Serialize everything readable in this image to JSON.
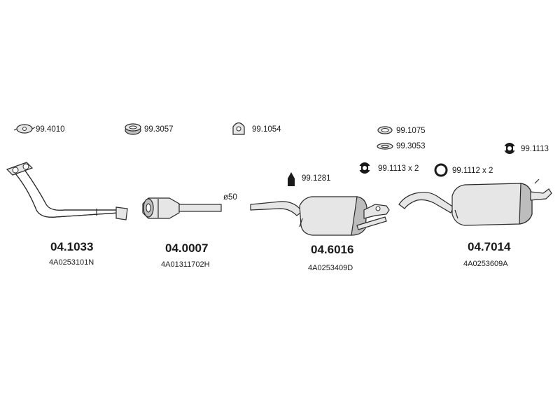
{
  "accessories": [
    {
      "id": "clamp",
      "icon": "clamp-icon",
      "label": "99.4010"
    },
    {
      "id": "gasket-ring",
      "icon": "gasket-ring-icon",
      "label": "99.3057"
    },
    {
      "id": "bracket",
      "icon": "bracket-icon",
      "label": "99.1054"
    },
    {
      "id": "rubber-block",
      "icon": "rubber-block-icon",
      "label": "99.1281"
    },
    {
      "id": "seal-ring",
      "icon": "seal-ring-icon",
      "label": "99.1075"
    },
    {
      "id": "flat-gasket",
      "icon": "flat-gasket-icon",
      "label": "99.3053"
    },
    {
      "id": "hanger-a",
      "icon": "rubber-hanger-icon",
      "label": "99.1113 x 2"
    },
    {
      "id": "o-ring",
      "icon": "o-ring-icon",
      "label": "99.1112 x 2"
    },
    {
      "id": "hanger-b",
      "icon": "rubber-hanger-icon",
      "label": "99.1113"
    }
  ],
  "parts": [
    {
      "id": "front-pipe",
      "number": "04.1033",
      "oem": "4A0253101N"
    },
    {
      "id": "catalytic-converter",
      "number": "04.0007",
      "oem": "4A01311702H"
    },
    {
      "id": "middle-silencer",
      "number": "04.6016",
      "oem": "4A0253409D"
    },
    {
      "id": "rear-silencer",
      "number": "04.7014",
      "oem": "4A0253609A"
    }
  ],
  "annotations": {
    "diameter": "ø50"
  }
}
